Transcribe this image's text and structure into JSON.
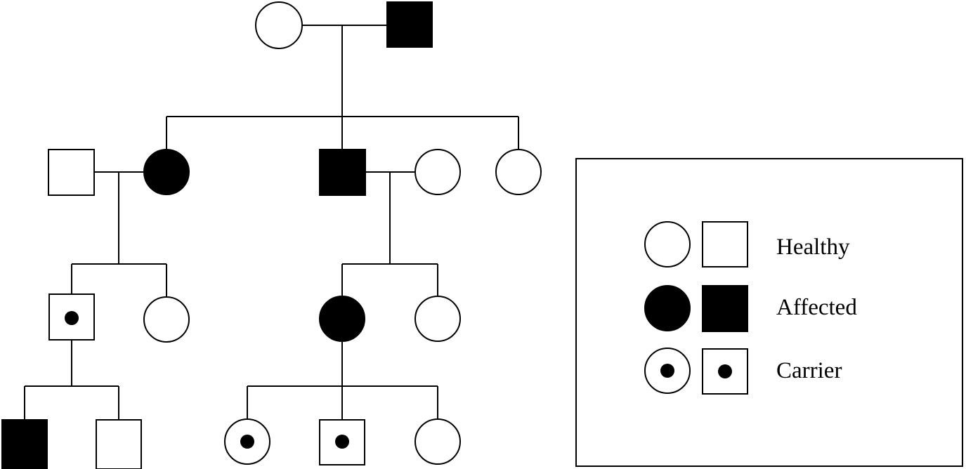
{
  "legend": {
    "healthy_label": "Healthy",
    "affected_label": "Affected",
    "carrier_label": "Carrier"
  },
  "pedigree": {
    "generation_1": [
      {
        "sex": "female",
        "status": "healthy"
      },
      {
        "sex": "male",
        "status": "affected"
      }
    ],
    "generation_2": [
      {
        "sex": "male",
        "status": "healthy",
        "role": "spouse"
      },
      {
        "sex": "female",
        "status": "affected"
      },
      {
        "sex": "male",
        "status": "affected"
      },
      {
        "sex": "female",
        "status": "healthy",
        "role": "spouse"
      },
      {
        "sex": "female",
        "status": "healthy"
      }
    ],
    "generation_3": [
      {
        "sex": "male",
        "status": "carrier"
      },
      {
        "sex": "female",
        "status": "healthy"
      },
      {
        "sex": "female",
        "status": "affected"
      },
      {
        "sex": "female",
        "status": "healthy"
      }
    ],
    "generation_4": [
      {
        "sex": "male",
        "status": "affected"
      },
      {
        "sex": "male",
        "status": "healthy"
      },
      {
        "sex": "female",
        "status": "carrier"
      },
      {
        "sex": "male",
        "status": "carrier"
      },
      {
        "sex": "female",
        "status": "healthy"
      }
    ]
  },
  "colors": {
    "line": "#000000",
    "affected_fill": "#000000",
    "healthy_fill": "#ffffff"
  }
}
